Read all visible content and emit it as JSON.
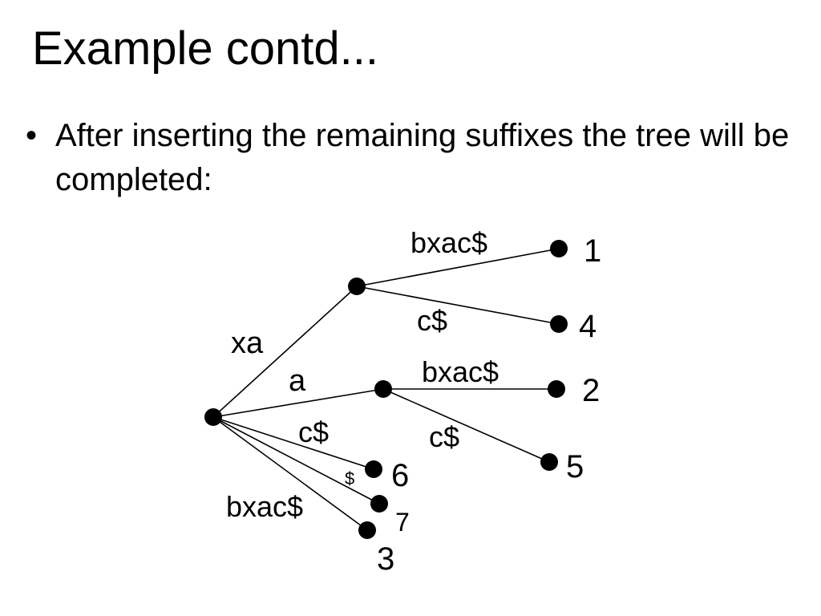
{
  "slide": {
    "title": "Example contd...",
    "bullet_symbol": "•",
    "bullets": [
      "After inserting the remaining suffixes the tree will be completed:"
    ]
  },
  "tree": {
    "edge_labels": {
      "xa": "xa",
      "a": "a",
      "root_c_dollar": "c$",
      "root_dollar": "$",
      "root_bxac_dollar": "bxac$",
      "xa_bxac_dollar": "bxac$",
      "xa_c_dollar": "c$",
      "a_bxac_dollar": "bxac$",
      "a_c_dollar": "c$"
    },
    "leaf_labels": {
      "leaf_1": "1",
      "leaf_4": "4",
      "leaf_2": "2",
      "leaf_5": "5",
      "leaf_6": "6",
      "leaf_7": "7",
      "leaf_3": "3"
    }
  },
  "colors": {
    "text": "#000000",
    "background": "#ffffff",
    "node": "#000000"
  }
}
